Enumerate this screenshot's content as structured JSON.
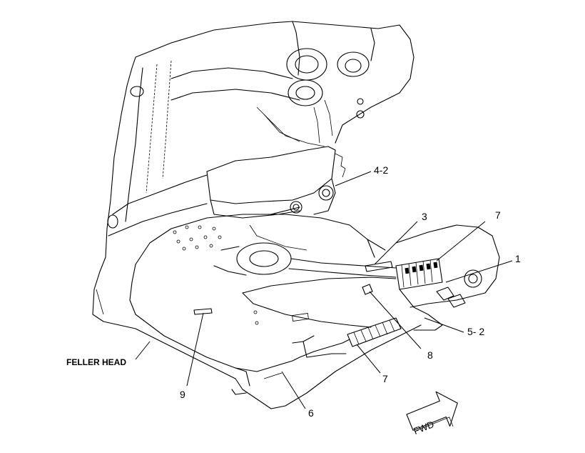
{
  "callouts": {
    "c4_2": "4-2",
    "c3": "3",
    "c7_top": "7",
    "c1": "1",
    "c5_2": "5- 2",
    "c8": "8",
    "c7_bottom": "7",
    "c9": "9",
    "c6": "6"
  },
  "labels": {
    "feller_head": "FELLER HEAD",
    "fwd": "FWD"
  }
}
